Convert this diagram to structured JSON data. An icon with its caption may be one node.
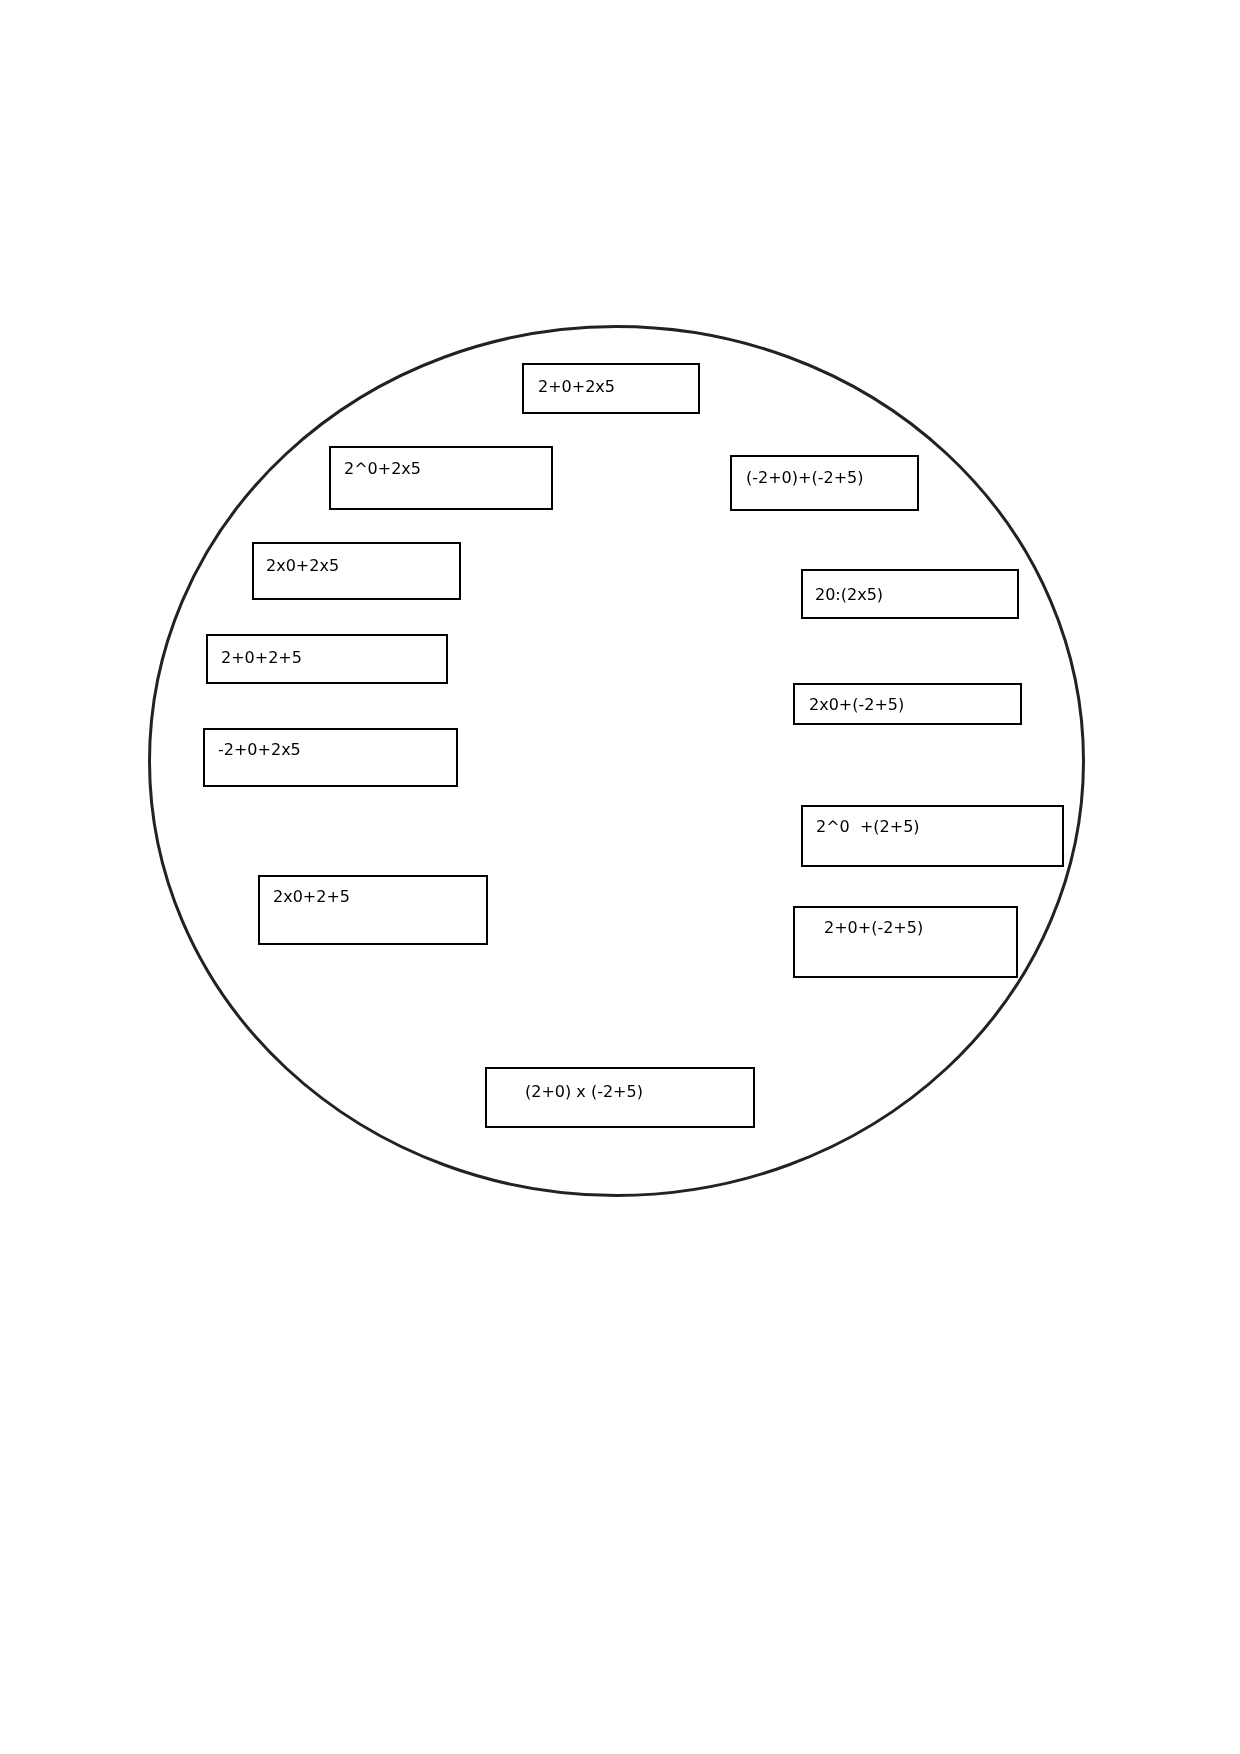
{
  "diagram": {
    "nodes": [
      {
        "text": [],
        "shape": "circle"
      },
      {
        "text": [
          "2+0+2x5"
        ],
        "in": 0
      },
      {
        "text": [
          "2^0+2x5"
        ],
        "in": 0
      },
      {
        "text": [
          "(-2+0)+(-2+5)"
        ],
        "in": 0
      },
      {
        "text": [
          "2x0+2x5"
        ],
        "in": 0
      },
      {
        "text": [
          "20:(2x5)"
        ],
        "in": 0
      },
      {
        "text": [
          "2+0+2+5"
        ],
        "in": 0
      },
      {
        "text": [
          "2x0+(-2+5)"
        ],
        "in": 0
      },
      {
        "text": [
          "-2+0+2x5"
        ],
        "in": 0
      },
      {
        "text": [
          "2^0  +(2+5)"
        ],
        "in": 0
      },
      {
        "text": [
          "2x0+2+5"
        ],
        "in": 0
      },
      {
        "text": [
          "2+0+(-2+5)"
        ],
        "in": 0
      },
      {
        "text": [
          "(2+0) x (-2+5)"
        ],
        "in": 0
      }
    ]
  }
}
